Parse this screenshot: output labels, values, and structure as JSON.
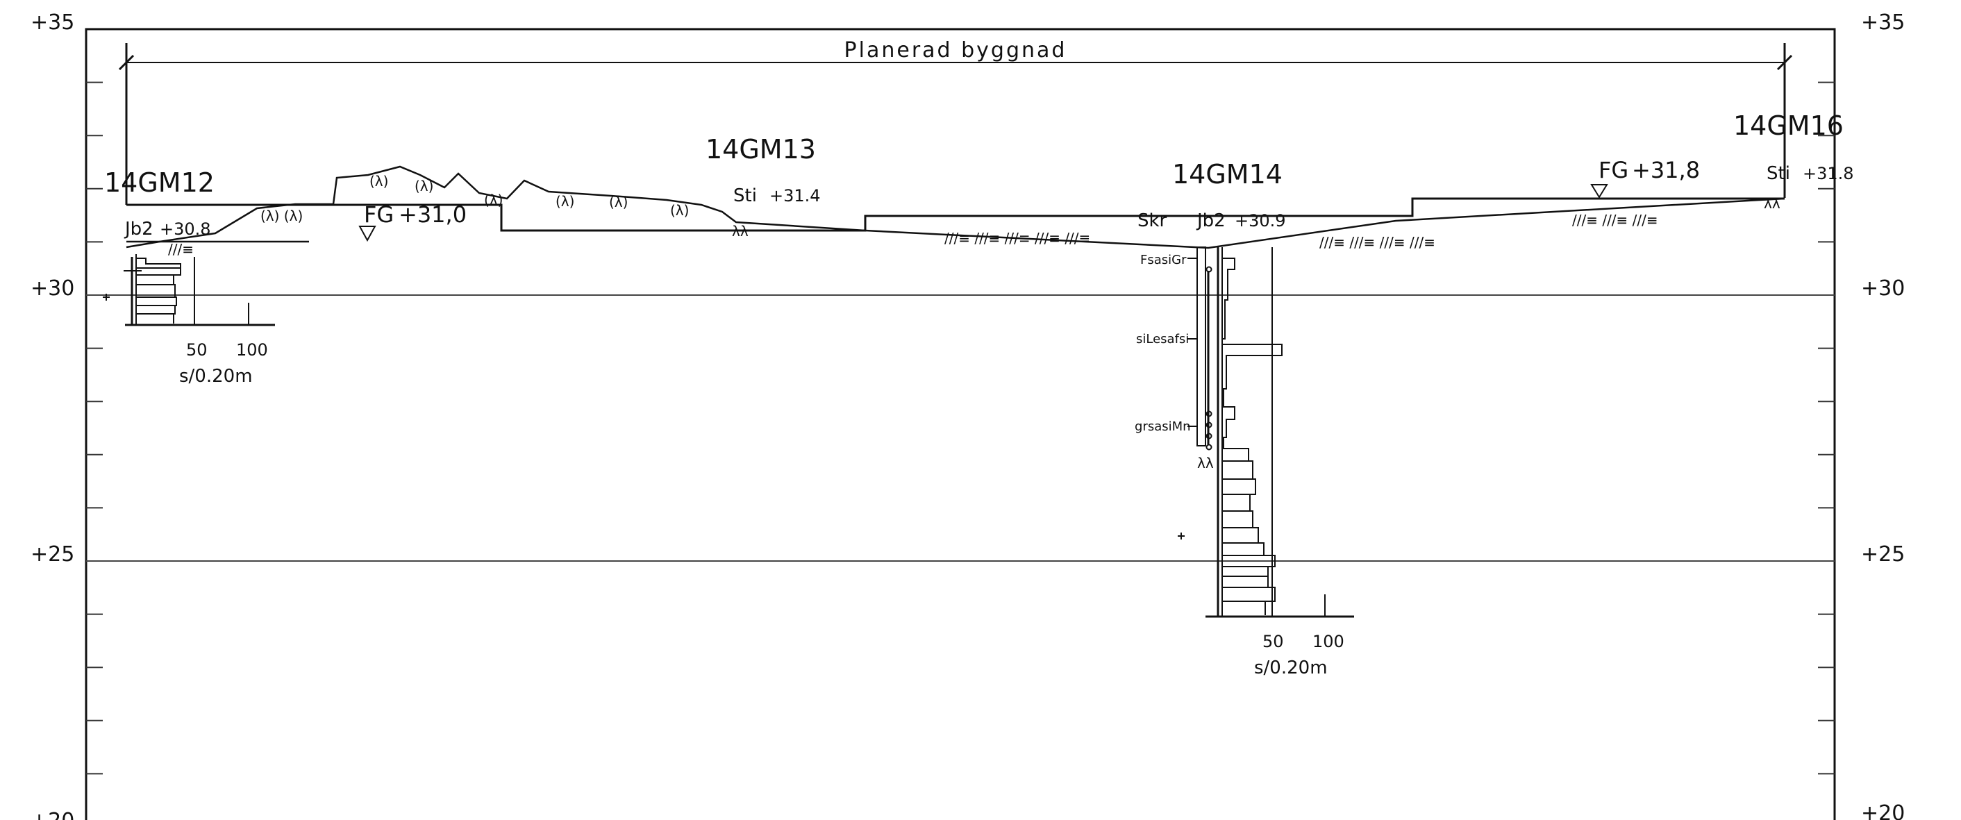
{
  "elevation_labels": [
    "+35",
    "+30",
    "+25",
    "+20"
  ],
  "building": {
    "label": "Planerad byggnad"
  },
  "boreholes": [
    {
      "id": "14GM12",
      "method": "Jb2",
      "elevation": "+30.8",
      "scale_labels": [
        "50",
        "100"
      ],
      "scale_unit": "s/0.20m"
    },
    {
      "id": "14GM13",
      "method": "Sti",
      "elevation": "+31.4"
    },
    {
      "id": "14GM14",
      "method": "Jb2",
      "method2": "Skr",
      "elevation": "+30.9",
      "scale_labels": [
        "50",
        "100"
      ],
      "scale_unit": "s/0.20m",
      "soil_layers": [
        "FsasiGr",
        "siLesafsi",
        "grsasiMn"
      ]
    },
    {
      "id": "14GM16",
      "method": "Sti",
      "elevation": "+31.8"
    }
  ],
  "groundwater": [
    {
      "label": "FG",
      "value": "+31,0"
    },
    {
      "label": "FG",
      "value": "+31,8"
    }
  ],
  "colors": {
    "line": "#111111",
    "grid": "#444444",
    "background": "#ffffff"
  }
}
